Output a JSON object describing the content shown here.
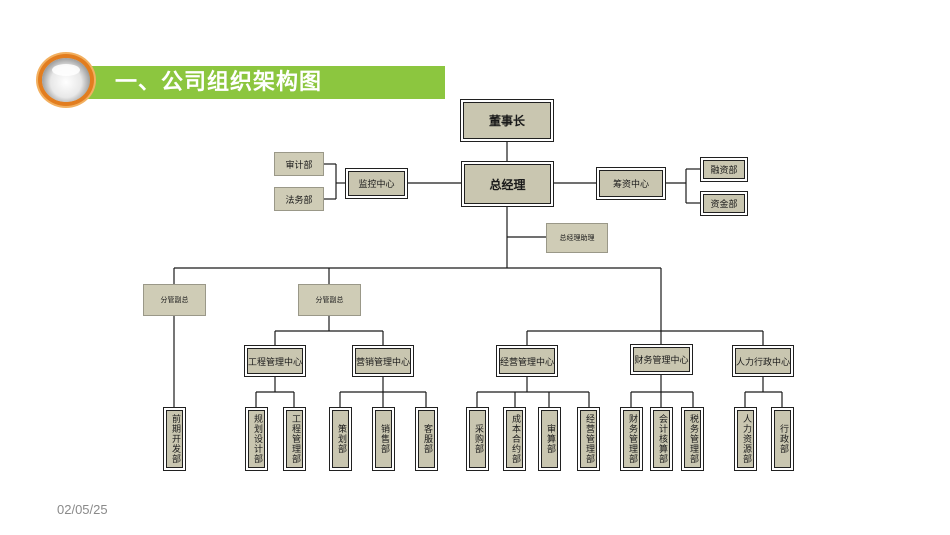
{
  "header": {
    "title": "一、公司组织架构图"
  },
  "footer": {
    "date": "02/05/25"
  },
  "org": {
    "chairman": "董事长",
    "gm": "总经理",
    "gm_assistant": "总经理助理",
    "monitor_center": "监控中心",
    "audit": "审计部",
    "legal": "法务部",
    "finance_raise_center": "筹资中心",
    "financing": "融资部",
    "funds": "资金部",
    "vp1": "分管副总",
    "vp2": "分管副总",
    "centers": {
      "engineering": "工程管理中心",
      "marketing": "营销管理中心",
      "operation": "经营管理中心",
      "finance": "财务管理中心",
      "hr": "人力行政中心"
    },
    "departments": {
      "early_dev": "前期开发部",
      "planning_design": "规划设计部",
      "engineering_mgmt": "工程管理部",
      "planning": "策划部",
      "sales": "销售部",
      "customer_service": "客服部",
      "purchasing": "采购部",
      "cost_contract": "成本合约部",
      "budget": "审算部",
      "operation_mgmt": "经营管理部",
      "finance_mgmt": "财务管理部",
      "accounting": "会计核算部",
      "tax_mgmt": "税务管理部",
      "hr_dept": "人力资源部",
      "admin": "行政部"
    }
  }
}
